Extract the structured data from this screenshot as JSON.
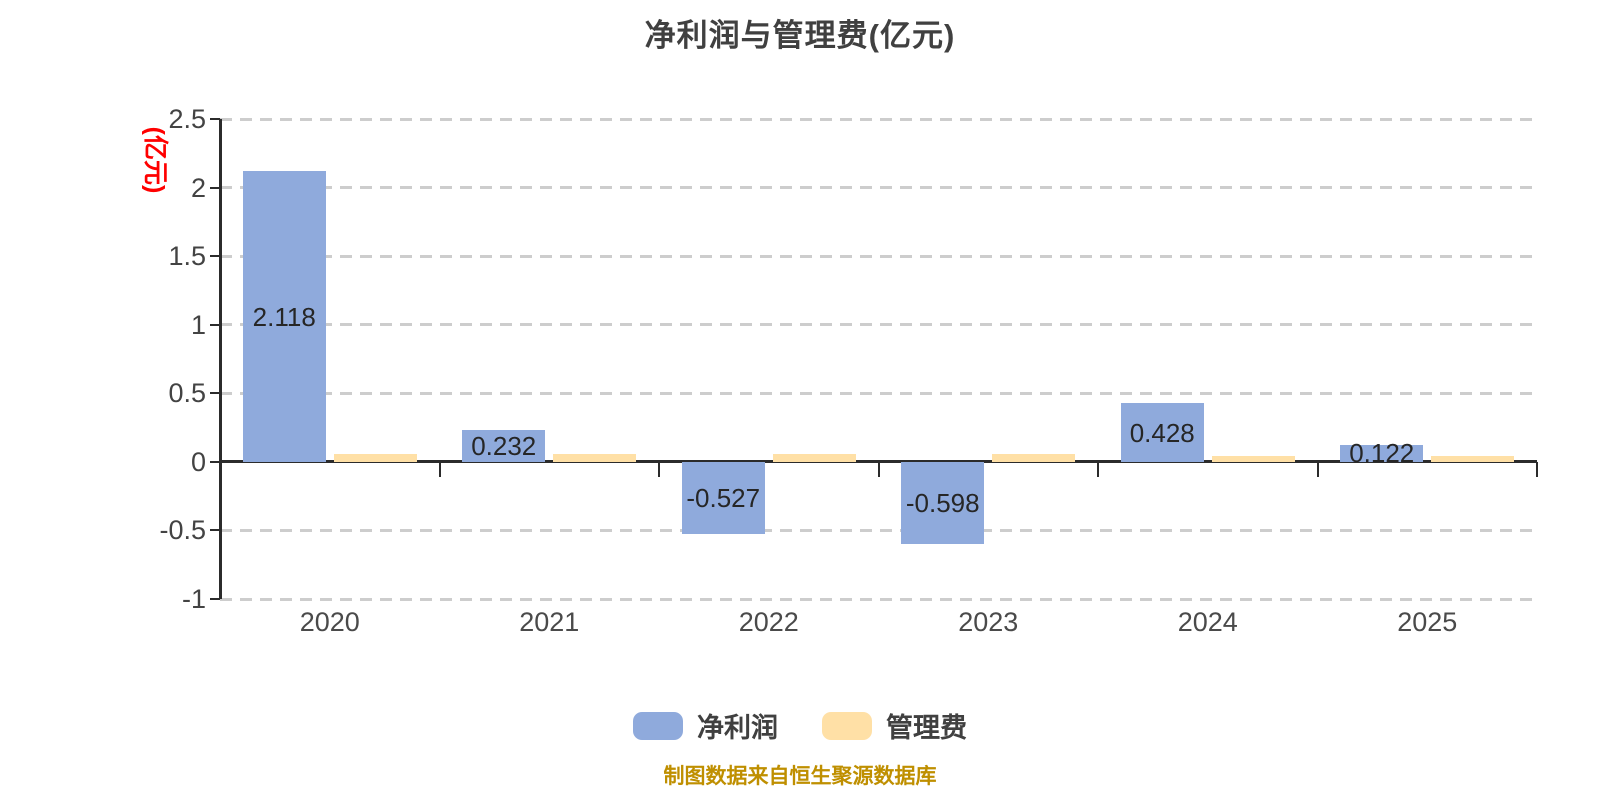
{
  "title": "净利润与管理费(亿元)",
  "y_axis_name": "(亿元)",
  "source_note": "制图数据来自恒生聚源数据库",
  "colors": {
    "net_profit": "#8faadc",
    "mgmt_fee": "#ffe0a6",
    "grid": "#cdcdcd",
    "axis": "#2b2b2b",
    "title_text": "#404040",
    "tick_text": "#434343",
    "value_text": "#262626",
    "y_axis_name_text": "#ff0000",
    "source_text": "#bf8f00"
  },
  "chart_data": {
    "type": "bar",
    "categories": [
      "2020",
      "2021",
      "2022",
      "2023",
      "2024",
      "2025"
    ],
    "series": [
      {
        "name": "净利润",
        "color_key": "net_profit",
        "values": [
          2.118,
          0.232,
          -0.527,
          -0.598,
          0.428,
          0.122
        ],
        "labels": [
          "2.118",
          "0.232",
          "-0.527",
          "-0.598",
          "0.428",
          "0.122"
        ]
      },
      {
        "name": "管理费",
        "color_key": "mgmt_fee",
        "values": [
          0.055,
          0.058,
          0.058,
          0.06,
          0.045,
          0.045
        ],
        "labels": null
      }
    ],
    "ylim": [
      -1,
      2.5
    ],
    "yticks": [
      2.5,
      2,
      1.5,
      1,
      0.5,
      0,
      -0.5,
      -1
    ],
    "grid": "dashed horizontal",
    "legend_position": "bottom-center"
  },
  "legend": {
    "items": [
      {
        "label": "净利润",
        "color_key": "net_profit"
      },
      {
        "label": "管理费",
        "color_key": "mgmt_fee"
      }
    ]
  }
}
